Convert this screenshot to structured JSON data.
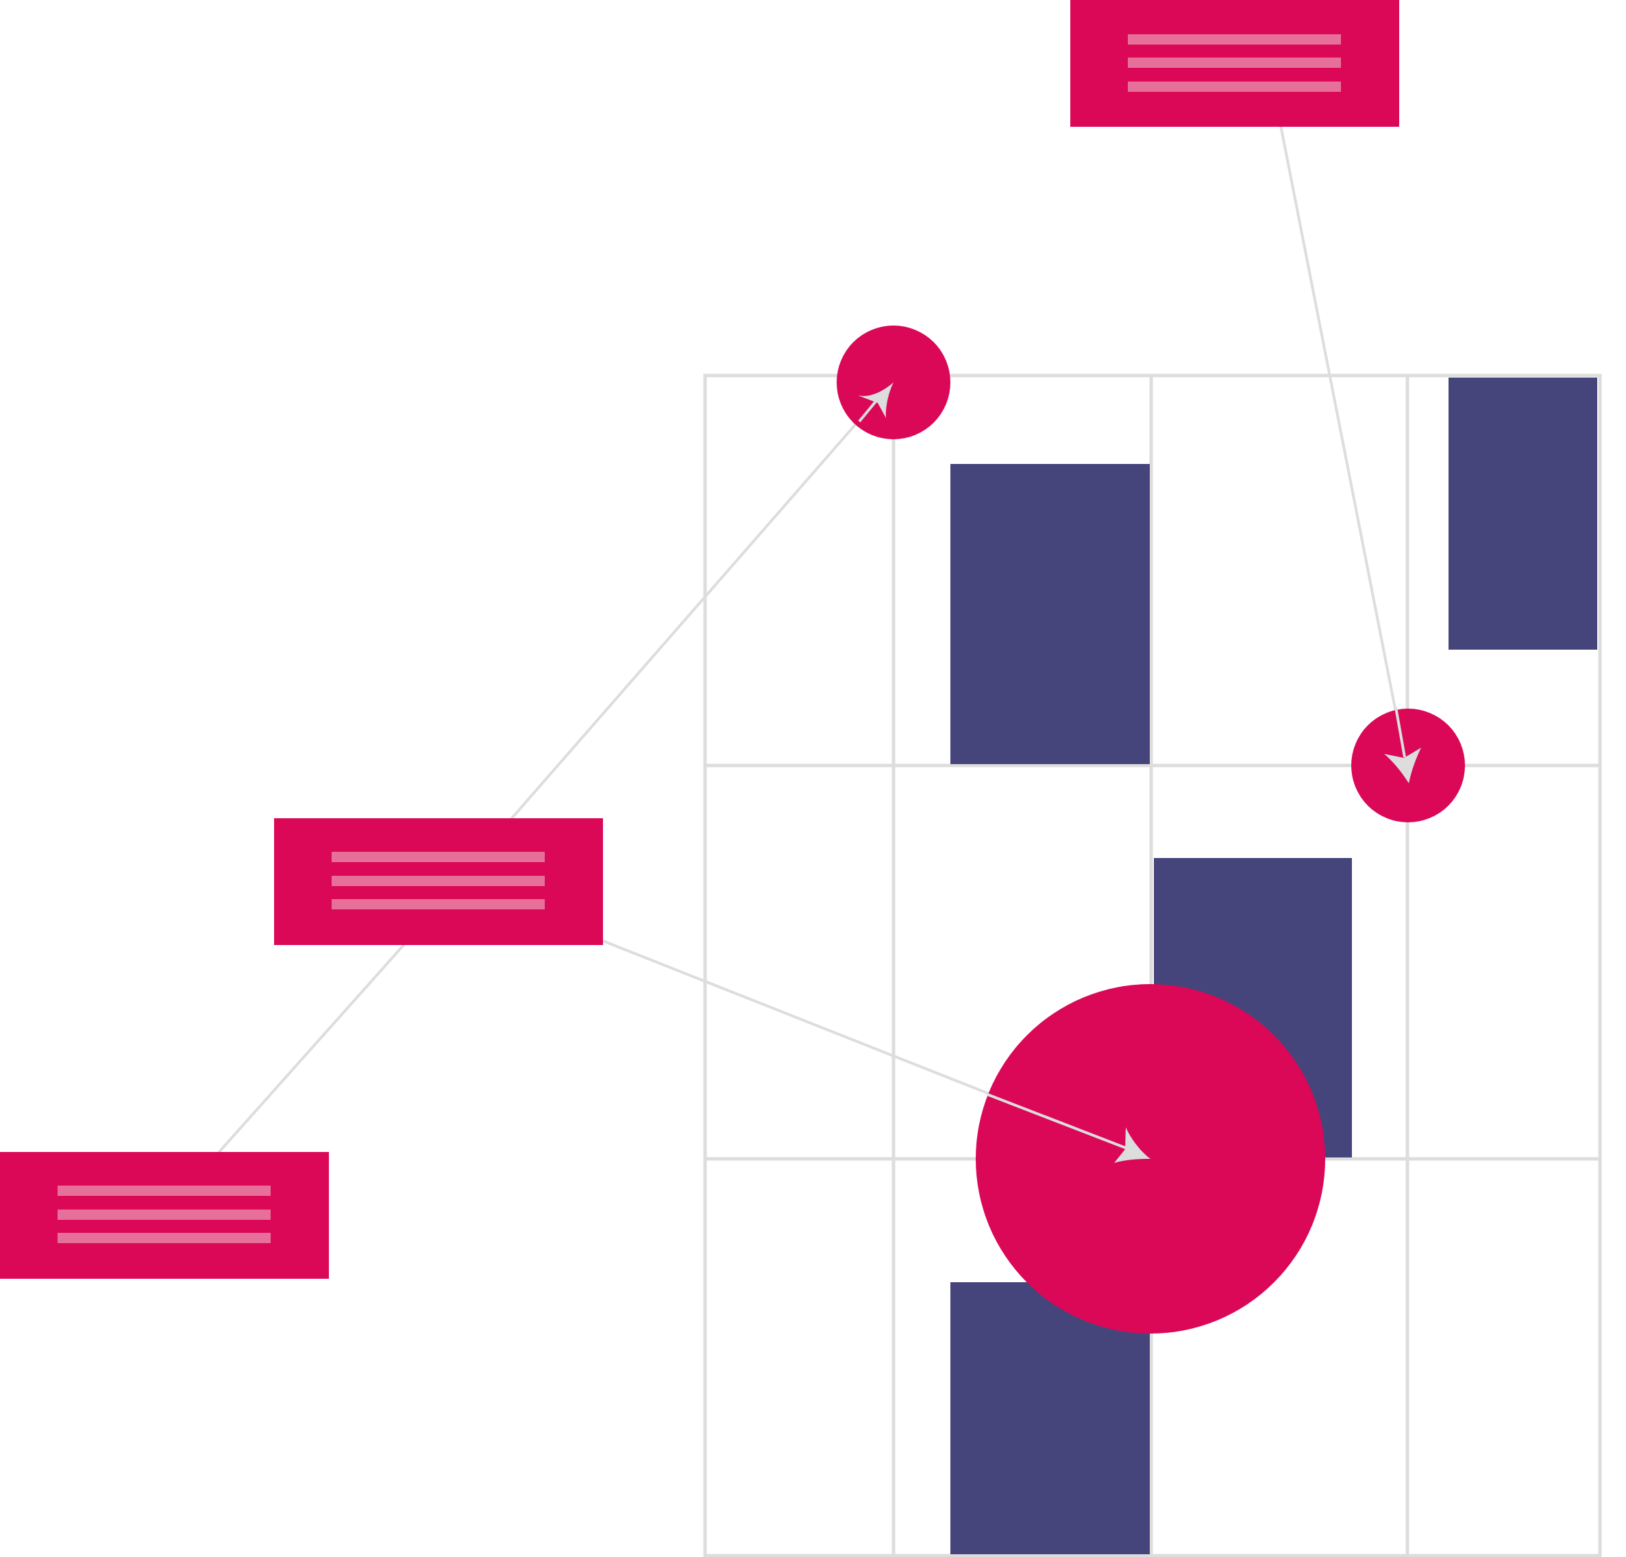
{
  "colors": {
    "background": "#ffffff",
    "grid_line": "#dddddd",
    "block_fill": "#45457c",
    "accent": "#da0857",
    "card_line": "#e7709a",
    "connector": "#dddddd"
  },
  "grid": {
    "columns": 4,
    "rows": 3
  },
  "icons": {
    "card_icon": "text-lines-icon",
    "marker_arrowhead": "arrowhead-icon"
  },
  "cards": [
    {
      "id": "card-top-right",
      "icon": "text-lines-icon",
      "text_lines": 3
    },
    {
      "id": "card-middle-left",
      "icon": "text-lines-icon",
      "text_lines": 3
    },
    {
      "id": "card-bottom-left",
      "icon": "text-lines-icon",
      "text_lines": 3
    }
  ],
  "markers": [
    {
      "id": "marker-small-top",
      "size": "small"
    },
    {
      "id": "marker-small-right",
      "size": "small"
    },
    {
      "id": "marker-large",
      "size": "large"
    }
  ],
  "connections": [
    {
      "from": "card-bottom-left",
      "to": "card-middle-left",
      "arrow": false
    },
    {
      "from": "card-middle-left",
      "to": "marker-small-top",
      "arrow": true
    },
    {
      "from": "card-middle-left",
      "to": "marker-large",
      "arrow": true
    },
    {
      "from": "card-top-right",
      "to": "marker-small-right",
      "arrow": true
    }
  ]
}
